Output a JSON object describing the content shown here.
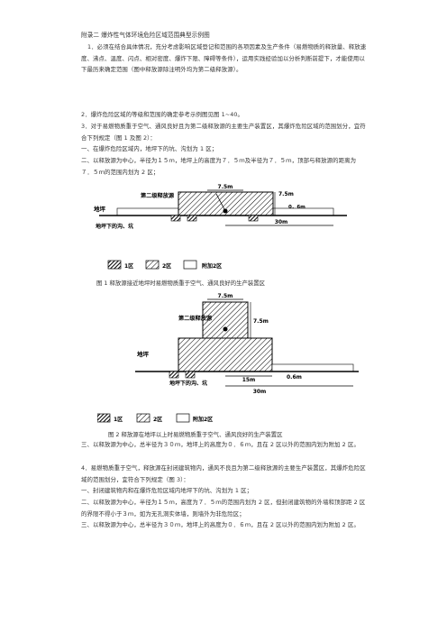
{
  "doc": {
    "title": "附录二  爆炸性气体环境危险区域范围典型示例图",
    "p1": "1．必须在结合具体情况，充分考虑影响区域登记和范围的各项因素及生产条件（易燃物质的释放量、释放速度、沸点、温度、闪点、相对密度、爆炸下限、障碍等条件），运用实践经验加以分析判断前提下，才能使用以下最历来确定范围（图中释放源除注明外均为第二级释放源）。",
    "p2": "2．爆炸危险区域的等级和范围的确定参考示例图见图 1~40。",
    "p3": "3．对于易燃物质重于空气、通风良好且为第二级释放源的主要生产装置区，其爆炸危险区域的范围划分，宜符合下列规定（图 1 及图 2）：",
    "p3a": "一、在爆炸危险区域内，地坪下的坑、沟划为 1 区；",
    "p3b": "二、以释放源为中心，半径为１５ｍ，地坪上的高度为７．５ｍ及半径为７．５ｍ，顶部与释放源的距离为７．５ｍ的范围内划为 2 区；",
    "p3c": "三、以释放源为中心，总半径为３０ｍ，地坪上的高度为０．６ｍ，且在 2 区以外的范围内划为附加 2 区。",
    "p4": "4．易燃物质重于空气，释放源在封闭建筑物内，通风不良且为第二级释放源的主要生产装置区，其爆炸危险区域的范围划分，宜符合下列规定（图 3）：",
    "p4a": "一、封闭建筑物内和在爆炸危险区域内地坪下的坑、沟划为 1 区；",
    "p4b": "二、以释放源为中心，半径为１５ｍ，高度为７．５ｍ的范围内划为 2 区，但封闭建筑物的外墙和顶部距 2 区的界限不得小于３ｍ，如为无孔洞实体墙，则墙外为非危险区；",
    "p4c": "三、以释放源为中心，总半径为３０ｍ，地坪上的高度为０．６ｍ，且在 2 区以外的范围内划为附加 2 区。"
  },
  "fig1": {
    "caption": "图 1 释放源接近地坪时易燃物质重于空气、通风良好的生产装置区",
    "dim_top": "7.5m",
    "dim_right": "7.5m",
    "dim_side": "0．6m",
    "dim_total": "30m",
    "label_source": "第二级释放源",
    "label_ground": "地坪",
    "label_pit": "地坪下的沟、坑",
    "legend": {
      "zone1": "1区",
      "zone2": "2区",
      "extra": "附加2区"
    }
  },
  "fig2": {
    "caption": "图 2 释放源在地坪以上时易燃物质重于空气、通风良好的生产装置区",
    "dim_top": "7.5m",
    "dim_right": "7.5m",
    "dim_mid": "15m",
    "dim_side": "0.6m",
    "dim_total": "30m",
    "label_source": "第二级释放源",
    "label_ground": "地坪",
    "label_pit": "地坪下的沟、坑",
    "legend": {
      "zone1": "1区",
      "zone2": "2区",
      "extra": "附加2区"
    }
  }
}
